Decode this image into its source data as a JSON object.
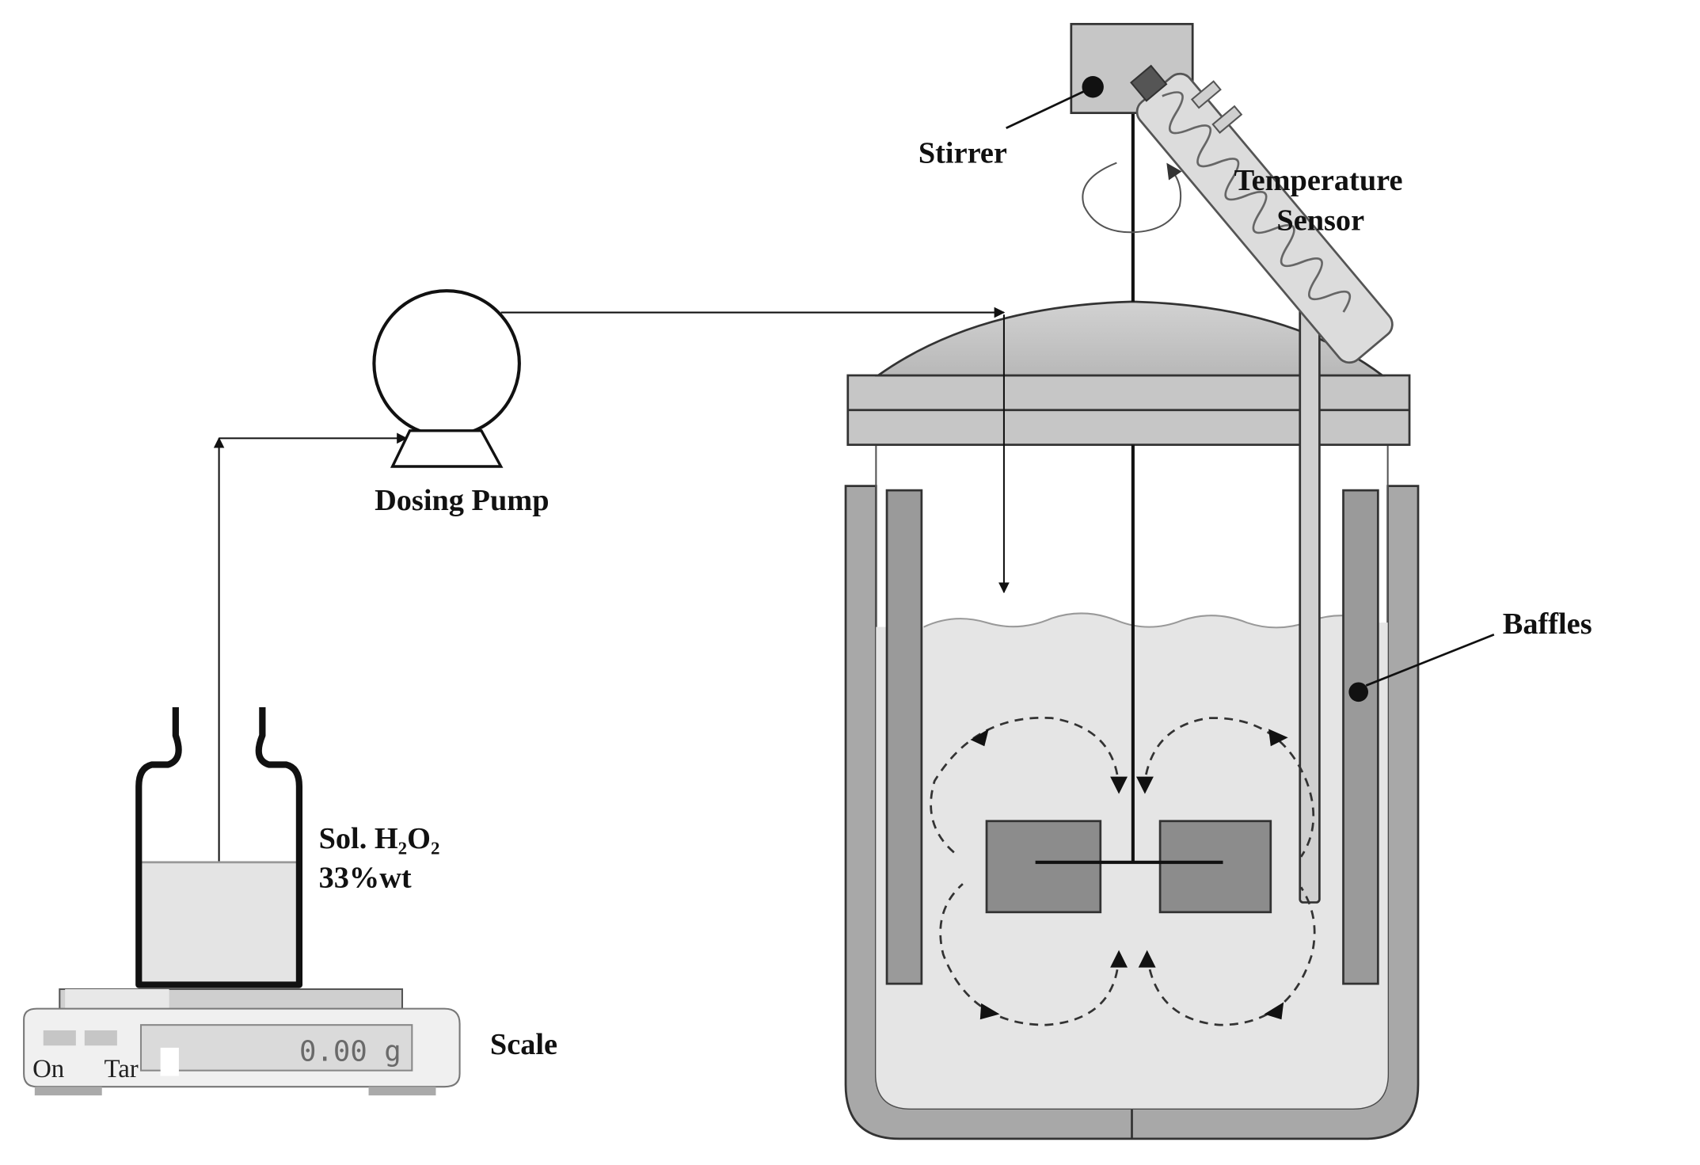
{
  "labels": {
    "stirrer": "Stirrer",
    "temperature_sensor_line1": "Temperature",
    "temperature_sensor_line2": "Sensor",
    "dosing_pump": "Dosing Pump",
    "baffles": "Baffles",
    "solution_line1": "Sol. H₂O₂",
    "solution_line2": "33%wt",
    "scale": "Scale"
  },
  "scale_device": {
    "display_value": "0.00 g",
    "button_on": "On",
    "button_tare": "Tar"
  },
  "colors": {
    "liquid": "#e4e4e4",
    "metal": "#b9b9b9",
    "jacket": "#a3a3a3",
    "impeller": "#8a8a8a"
  }
}
